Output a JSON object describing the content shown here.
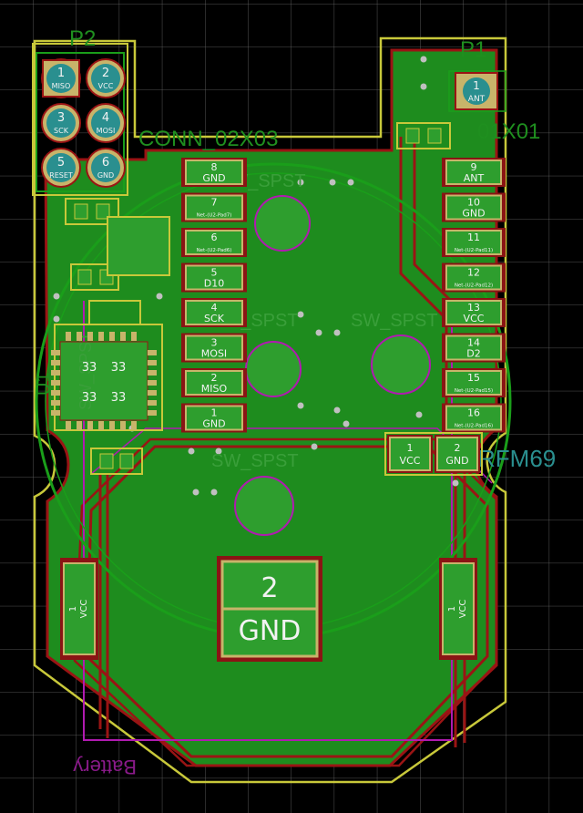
{
  "labels": {
    "p2": "P2",
    "p1": "P1",
    "conn": "CONN_02X03",
    "conn1": "01X01",
    "rfm": "RFM69",
    "battery": "Battery",
    "u1": "U1",
    "swA": "SW_SPST",
    "swB": "SW_SPST",
    "swC": "SW_SPST",
    "swD": "SW_SPST",
    "swE": "SW_SPST"
  },
  "connector_pads": [
    {
      "num": "1",
      "name": "MISO"
    },
    {
      "num": "2",
      "name": "VCC"
    },
    {
      "num": "3",
      "name": "SCK"
    },
    {
      "num": "4",
      "name": "MOSI"
    },
    {
      "num": "5",
      "name": "RESET"
    },
    {
      "num": "6",
      "name": "GND"
    }
  ],
  "ant_pad": {
    "num": "1",
    "name": "ANT"
  },
  "left_header": [
    {
      "num": "8",
      "name": "GND"
    },
    {
      "num": "7",
      "name": "Net-(U2-Pad7)"
    },
    {
      "num": "6",
      "name": "Net-(U2-Pad6)"
    },
    {
      "num": "5",
      "name": "D10"
    },
    {
      "num": "4",
      "name": "SCK"
    },
    {
      "num": "3",
      "name": "MOSI"
    },
    {
      "num": "2",
      "name": "MISO"
    },
    {
      "num": "1",
      "name": "GND"
    }
  ],
  "right_header": [
    {
      "num": "9",
      "name": "ANT"
    },
    {
      "num": "10",
      "name": "GND"
    },
    {
      "num": "11",
      "name": "Net-(U2-Pad11)"
    },
    {
      "num": "12",
      "name": "Net-(U2-Pad12)"
    },
    {
      "num": "13",
      "name": "VCC"
    },
    {
      "num": "14",
      "name": "D2"
    },
    {
      "num": "15",
      "name": "Net-(U2-Pad15)"
    },
    {
      "num": "16",
      "name": "Net-(U2-Pad16)"
    }
  ],
  "bottom_pads": [
    {
      "num": "1",
      "name": "VCC"
    },
    {
      "num": "2",
      "name": "GND"
    }
  ],
  "battery_pads": [
    {
      "num": "2",
      "name": "GND"
    },
    {
      "num": "1",
      "name": "VCC"
    },
    {
      "num": "1",
      "name": "VCC"
    }
  ],
  "ic_labels": [
    "33",
    "33",
    "33",
    "33"
  ]
}
